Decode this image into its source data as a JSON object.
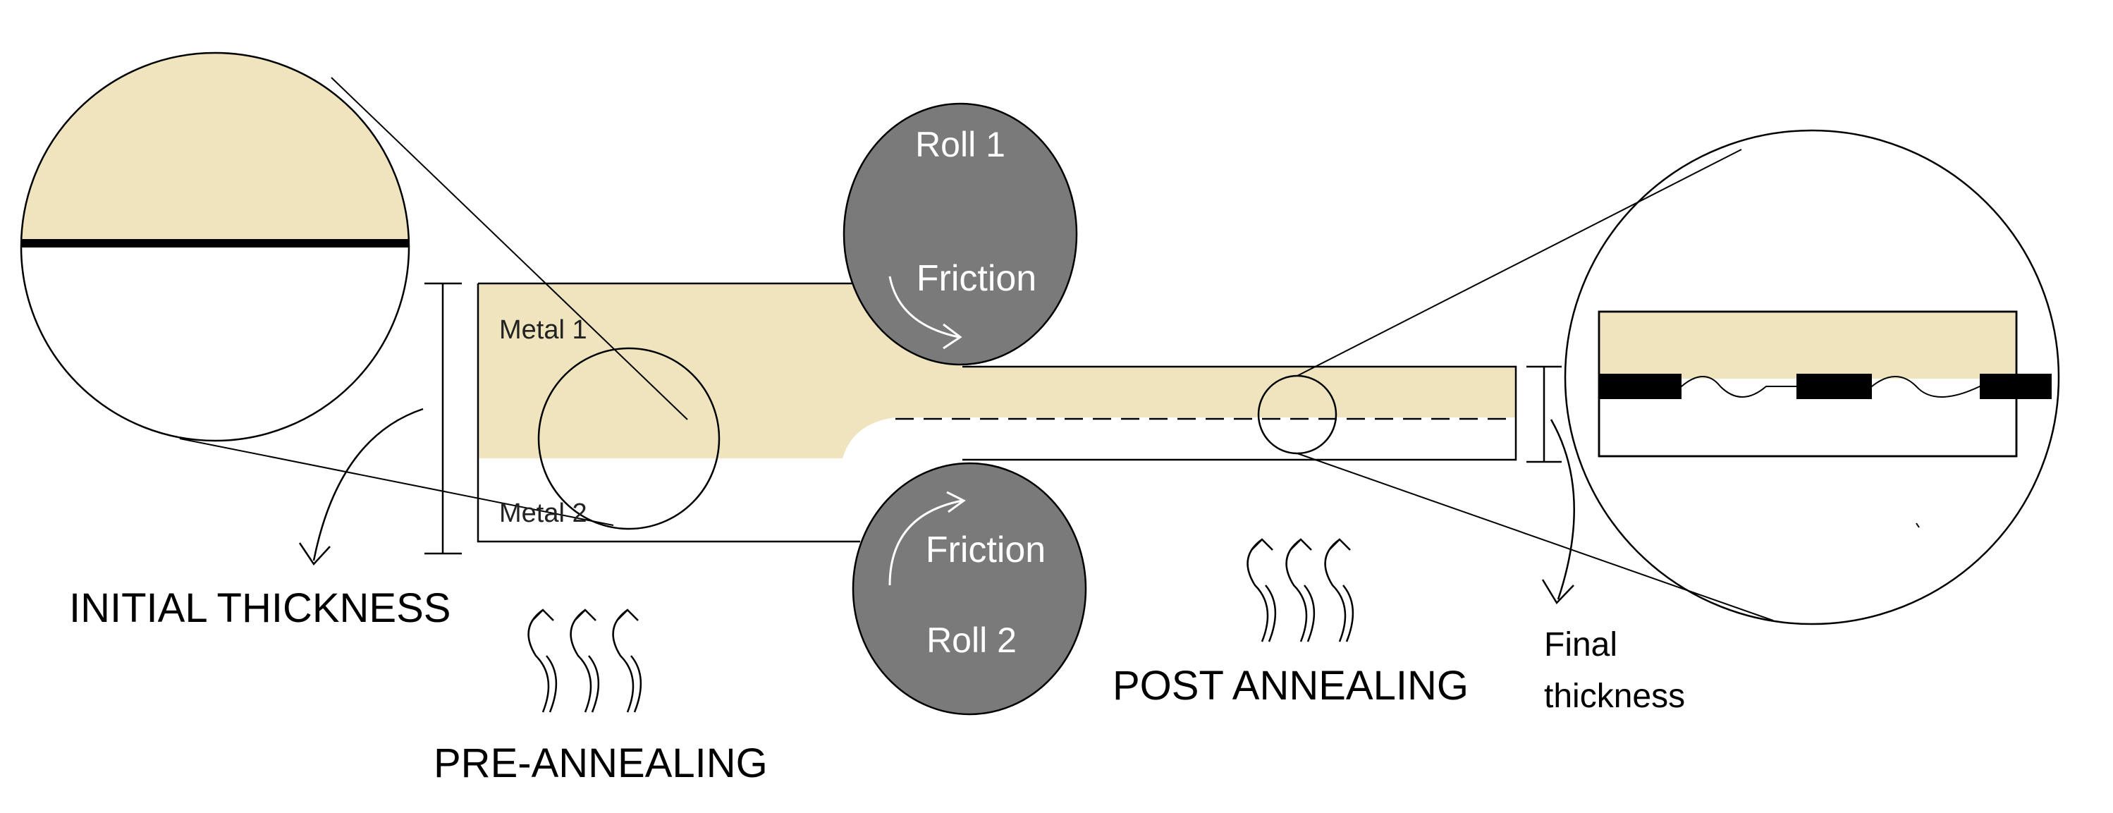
{
  "labels": {
    "roll1": "Roll 1",
    "roll2": "Roll 2",
    "friction_top": "Friction",
    "friction_bottom": "Friction",
    "metal1": "Metal 1",
    "metal2": "Metal 2",
    "initial_thickness": "INITIAL THICKNESS",
    "pre_annealing": "PRE-ANNEALING",
    "post_annealing": "POST ANNEALING",
    "final_thickness_line1": "Final",
    "final_thickness_line2": "thickness"
  },
  "colors": {
    "metal1_fill": "#efe4bd",
    "metal2_fill": "#ffffff",
    "roll_fill": "#7a7a7a",
    "roll_text": "#ffffff",
    "outline": "#000000",
    "bond_layer": "#000000"
  }
}
